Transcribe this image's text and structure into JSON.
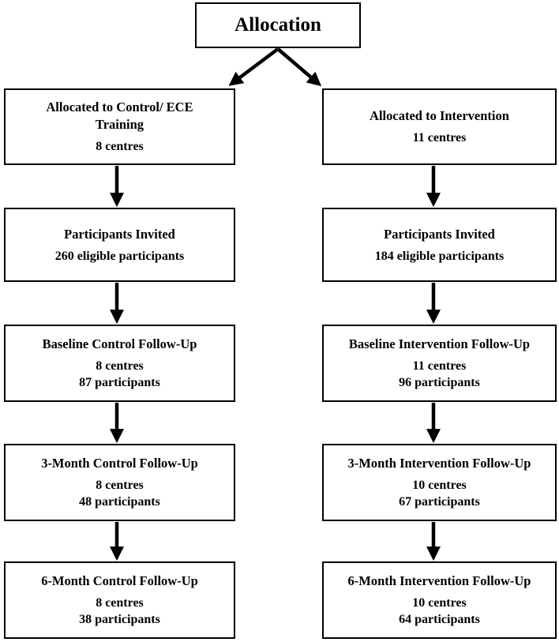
{
  "allocation": {
    "title": "Allocation"
  },
  "control": {
    "allocated": {
      "title": "Allocated to Control/ ECE Training",
      "line1": "8 centres"
    },
    "invited": {
      "title": "Participants Invited",
      "line1": "260 eligible participants"
    },
    "baseline": {
      "title": "Baseline Control Follow-Up",
      "line1": "8 centres",
      "line2": "87 participants"
    },
    "month3": {
      "title": "3-Month Control Follow-Up",
      "line1": "8 centres",
      "line2": "48 participants"
    },
    "month6": {
      "title": "6-Month Control Follow-Up",
      "line1": "8 centres",
      "line2": "38 participants"
    }
  },
  "intervention": {
    "allocated": {
      "title": "Allocated to Intervention",
      "line1": "11 centres"
    },
    "invited": {
      "title": "Participants Invited",
      "line1": "184 eligible participants"
    },
    "baseline": {
      "title": "Baseline Intervention Follow-Up",
      "line1": "11 centres",
      "line2": "96 participants"
    },
    "month3": {
      "title": "3-Month Intervention Follow-Up",
      "line1": "10 centres",
      "line2": "67 participants"
    },
    "month6": {
      "title": "6-Month Intervention Follow-Up",
      "line1": "10 centres",
      "line2": "64 participants"
    }
  }
}
